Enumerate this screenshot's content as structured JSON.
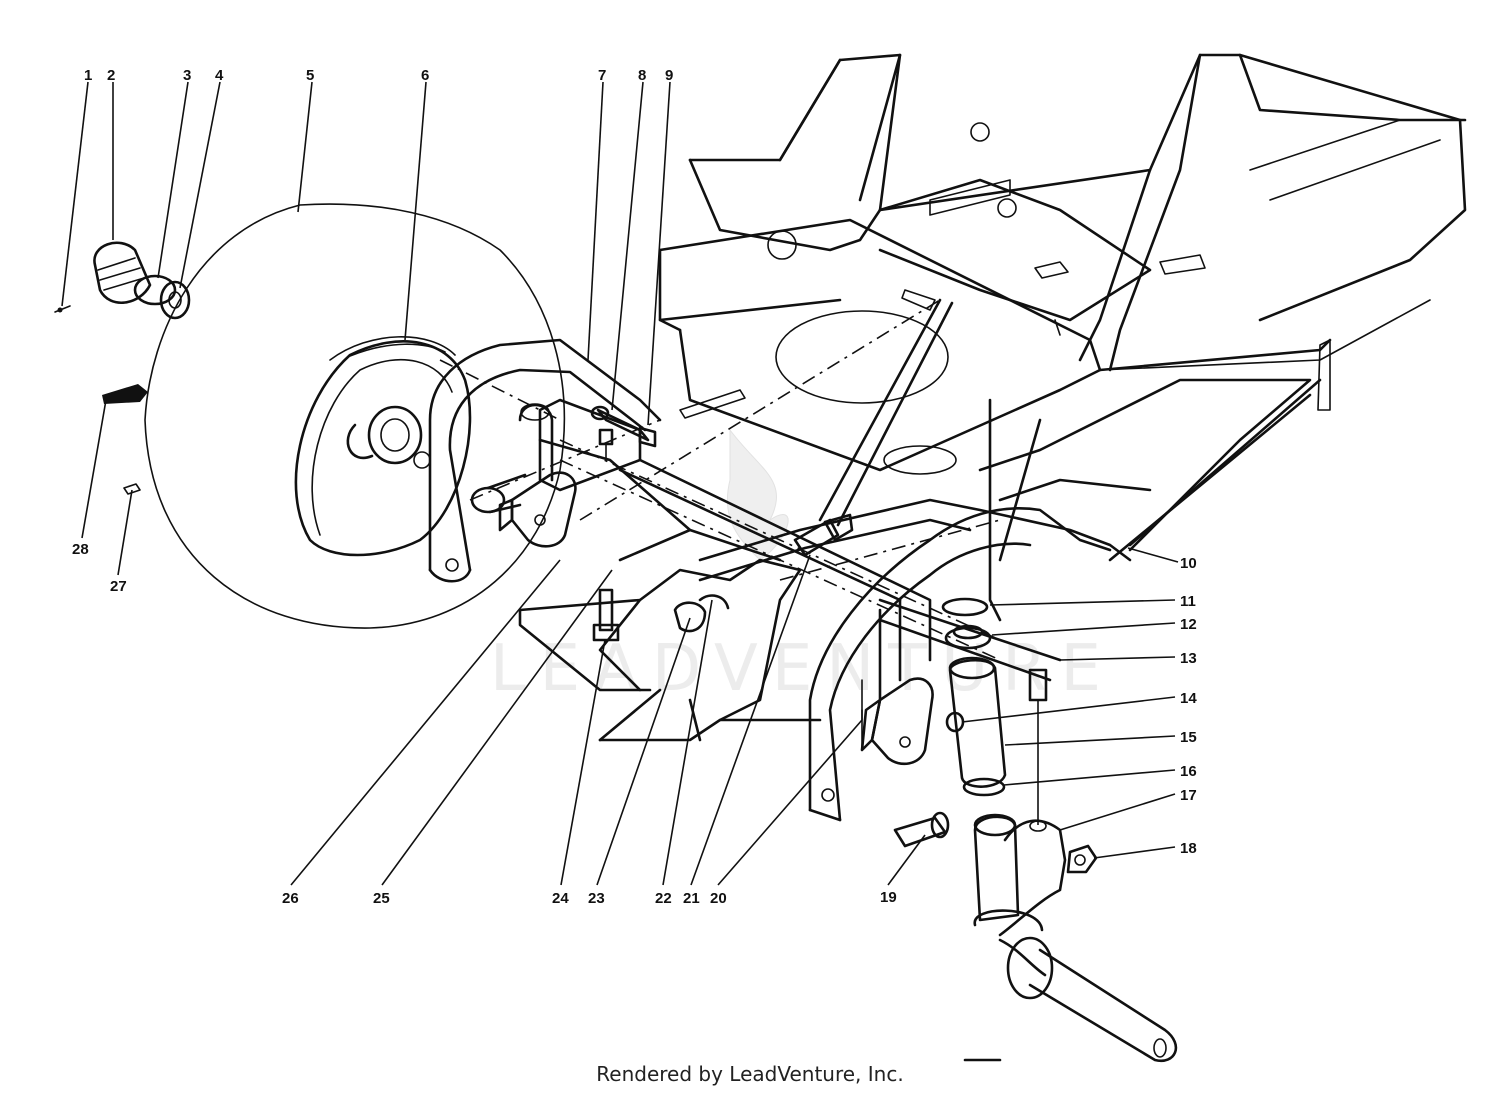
{
  "callouts": [
    {
      "id": "c1",
      "label": "1"
    },
    {
      "id": "c2",
      "label": "2"
    },
    {
      "id": "c3",
      "label": "3"
    },
    {
      "id": "c4",
      "label": "4"
    },
    {
      "id": "c5",
      "label": "5"
    },
    {
      "id": "c6",
      "label": "6"
    },
    {
      "id": "c7",
      "label": "7"
    },
    {
      "id": "c8",
      "label": "8"
    },
    {
      "id": "c9",
      "label": "9"
    },
    {
      "id": "c10",
      "label": "10"
    },
    {
      "id": "c11",
      "label": "11"
    },
    {
      "id": "c12",
      "label": "12"
    },
    {
      "id": "c13",
      "label": "13"
    },
    {
      "id": "c14",
      "label": "14"
    },
    {
      "id": "c15",
      "label": "15"
    },
    {
      "id": "c16",
      "label": "16"
    },
    {
      "id": "c17",
      "label": "17"
    },
    {
      "id": "c18",
      "label": "18"
    },
    {
      "id": "c19",
      "label": "19"
    },
    {
      "id": "c20",
      "label": "20"
    },
    {
      "id": "c21",
      "label": "21"
    },
    {
      "id": "c22",
      "label": "22"
    },
    {
      "id": "c23",
      "label": "23"
    },
    {
      "id": "c24",
      "label": "24"
    },
    {
      "id": "c25",
      "label": "25"
    },
    {
      "id": "c26",
      "label": "26"
    },
    {
      "id": "c27",
      "label": "27"
    },
    {
      "id": "c28",
      "label": "28"
    }
  ],
  "watermark": "LEADVENTURE",
  "footer_credit": "Rendered by LeadVenture, Inc."
}
